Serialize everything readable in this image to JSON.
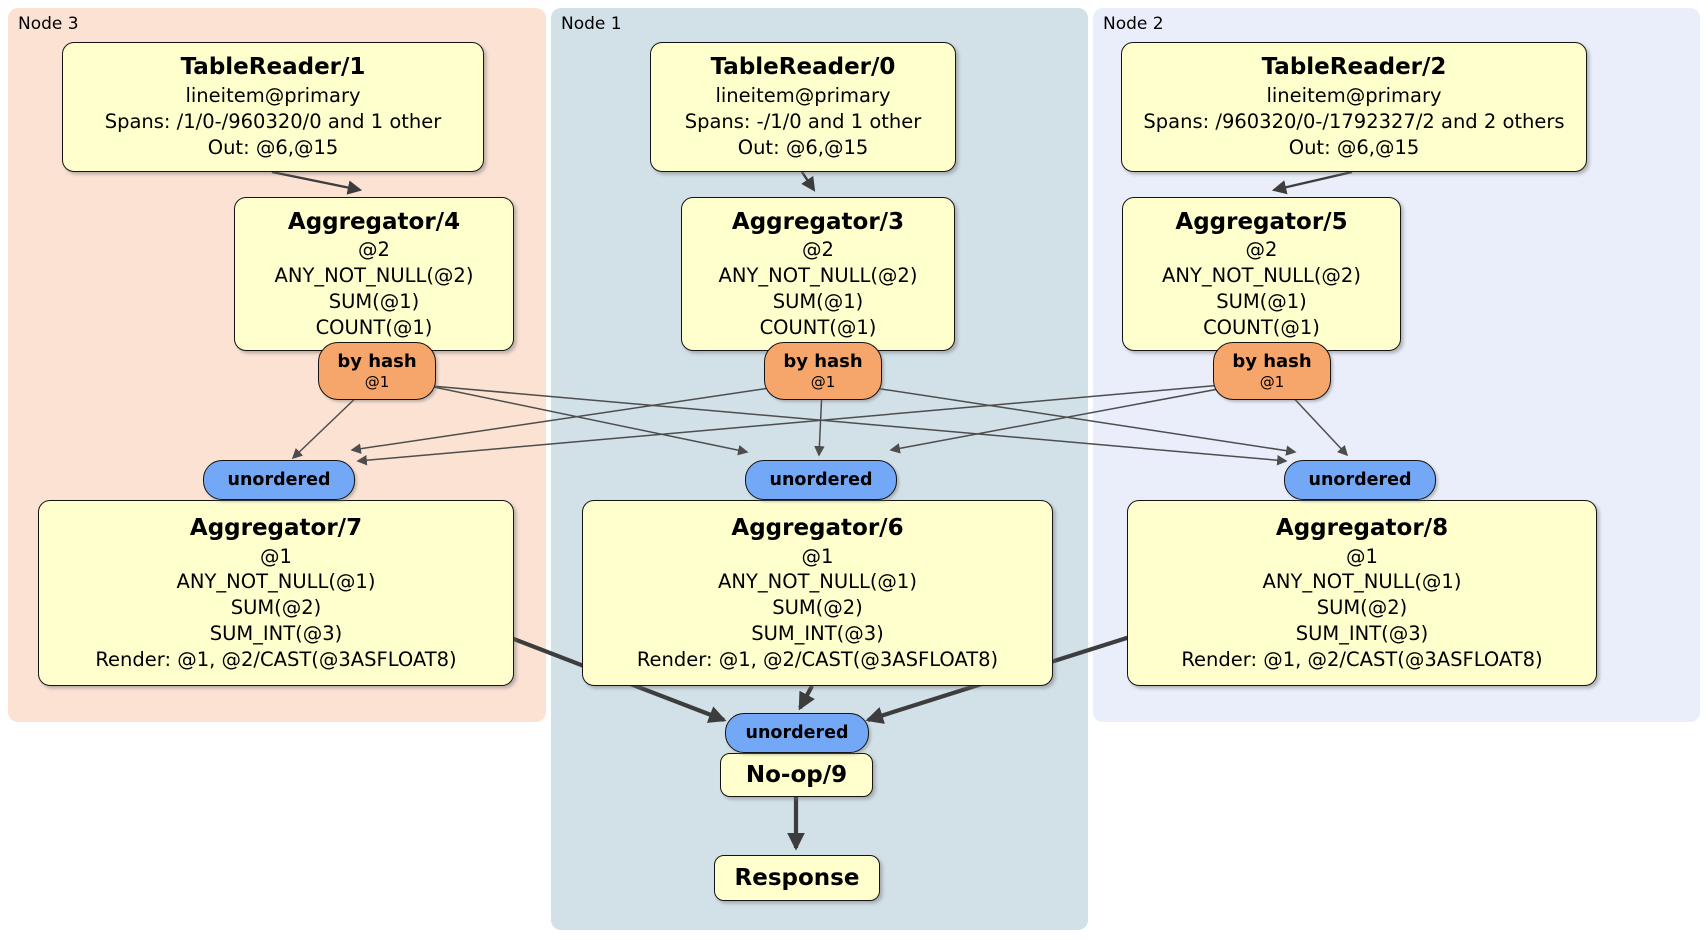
{
  "panels": [
    {
      "label": "Node 3",
      "color": "#fce2d3"
    },
    {
      "label": "Node 1",
      "color": "#d2e0e8"
    },
    {
      "label": "Node 2",
      "color": "#e9eefa"
    }
  ],
  "readers": [
    {
      "title": "TableReader/1",
      "lines": [
        "lineitem@primary",
        "Spans: /1/0-/960320/0 and 1 other",
        "Out: @6,@15"
      ]
    },
    {
      "title": "TableReader/0",
      "lines": [
        "lineitem@primary",
        "Spans: -/1/0 and 1 other",
        "Out: @6,@15"
      ]
    },
    {
      "title": "TableReader/2",
      "lines": [
        "lineitem@primary",
        "Spans: /960320/0-/1792327/2 and 2 others",
        "Out: @6,@15"
      ]
    }
  ],
  "hash_aggregators": [
    {
      "title": "Aggregator/4",
      "lines": [
        "@2",
        "ANY_NOT_NULL(@2)",
        "SUM(@1)",
        "COUNT(@1)"
      ]
    },
    {
      "title": "Aggregator/3",
      "lines": [
        "@2",
        "ANY_NOT_NULL(@2)",
        "SUM(@1)",
        "COUNT(@1)"
      ]
    },
    {
      "title": "Aggregator/5",
      "lines": [
        "@2",
        "ANY_NOT_NULL(@2)",
        "SUM(@1)",
        "COUNT(@1)"
      ]
    }
  ],
  "routers": [
    {
      "label": "by hash",
      "detail": "@1"
    },
    {
      "label": "by hash",
      "detail": "@1"
    },
    {
      "label": "by hash",
      "detail": "@1"
    }
  ],
  "syncs": [
    {
      "label": "unordered"
    },
    {
      "label": "unordered"
    },
    {
      "label": "unordered"
    },
    {
      "label": "unordered"
    }
  ],
  "final_aggregators": [
    {
      "title": "Aggregator/7",
      "lines": [
        "@1",
        "ANY_NOT_NULL(@1)",
        "SUM(@2)",
        "SUM_INT(@3)",
        "Render: @1, @2/CAST(@3ASFLOAT8)"
      ]
    },
    {
      "title": "Aggregator/6",
      "lines": [
        "@1",
        "ANY_NOT_NULL(@1)",
        "SUM(@2)",
        "SUM_INT(@3)",
        "Render: @1, @2/CAST(@3ASFLOAT8)"
      ]
    },
    {
      "title": "Aggregator/8",
      "lines": [
        "@1",
        "ANY_NOT_NULL(@1)",
        "SUM(@2)",
        "SUM_INT(@3)",
        "Render: @1, @2/CAST(@3ASFLOAT8)"
      ]
    }
  ],
  "noop": {
    "title": "No-op/9"
  },
  "response": {
    "title": "Response"
  },
  "colors": {
    "node3_panel": "#fce2d3",
    "node1_panel": "#d2e0e8",
    "node2_panel": "#e9eefa",
    "processor_box": "#ffffcd",
    "router_badge": "#f6a66b",
    "sync_badge": "#72a8f5",
    "edge": "#424242"
  }
}
